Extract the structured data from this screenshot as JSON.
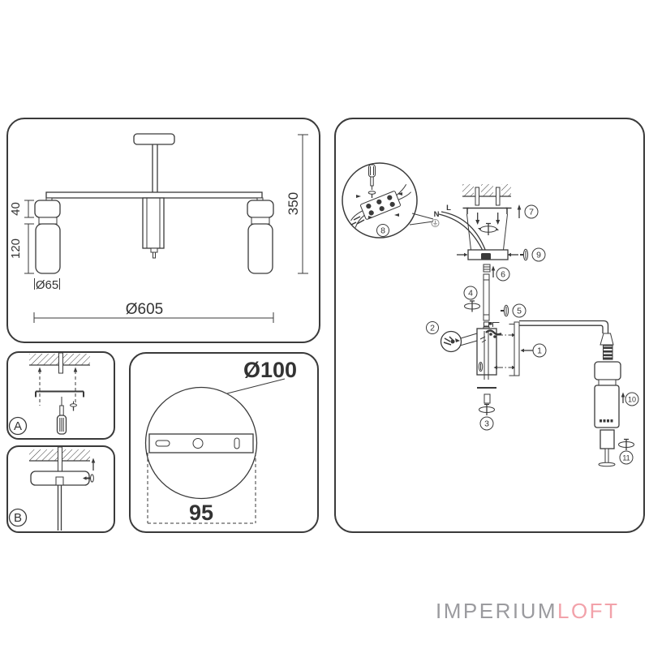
{
  "page": {
    "background": "#ffffff",
    "line_color": "#3a3a3a"
  },
  "logo": {
    "imperium": "IMPERIUM",
    "loft": "LOFT",
    "imperium_color": "#9b9b9f",
    "loft_color": "#f2a2aa"
  },
  "dimensions_panel": {
    "socket_height": "40",
    "shade_height": "120",
    "shade_diameter": "Ø65",
    "fixture_diameter": "Ø605",
    "fixture_height": "350"
  },
  "install_steps": {
    "step_a": "A",
    "step_b": "B"
  },
  "canopy_panel": {
    "plate_diameter": "Ø100",
    "hole_spacing": "95"
  },
  "assembly_panel": {
    "wire_neutral": "N",
    "wire_live": "L",
    "callouts": [
      "1",
      "2",
      "3",
      "4",
      "5",
      "6",
      "7",
      "8",
      "9",
      "10",
      "11"
    ]
  }
}
